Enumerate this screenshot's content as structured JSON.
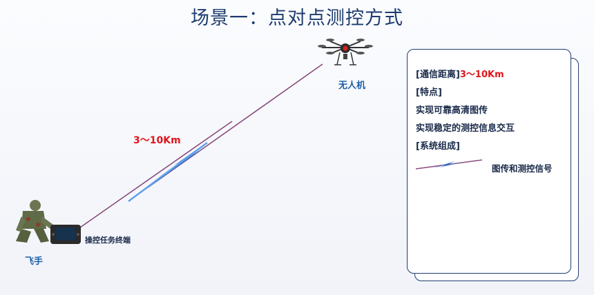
{
  "title": "场景一：点对点测控方式",
  "diagram": {
    "drone_label": "无人机",
    "distance_label": "3～10Km",
    "terminal_label": "操控任务终端",
    "pilot_label": "飞手"
  },
  "info_card": {
    "distance_heading": "[通信距离]",
    "distance_value": "3～10Km",
    "features_heading": "[特点]",
    "feature_1": "实现可靠高清图传",
    "feature_2": "实现稳定的测控信息交互",
    "system_heading": "[系统组成]",
    "legend_label": "图传和测控信号"
  },
  "colors": {
    "title": "#1d3b6e",
    "accent_red": "#e0141b",
    "link_line": "#8a4a7a",
    "signal_blue": "#2a6fd0",
    "card_border": "#1d3b6e"
  }
}
